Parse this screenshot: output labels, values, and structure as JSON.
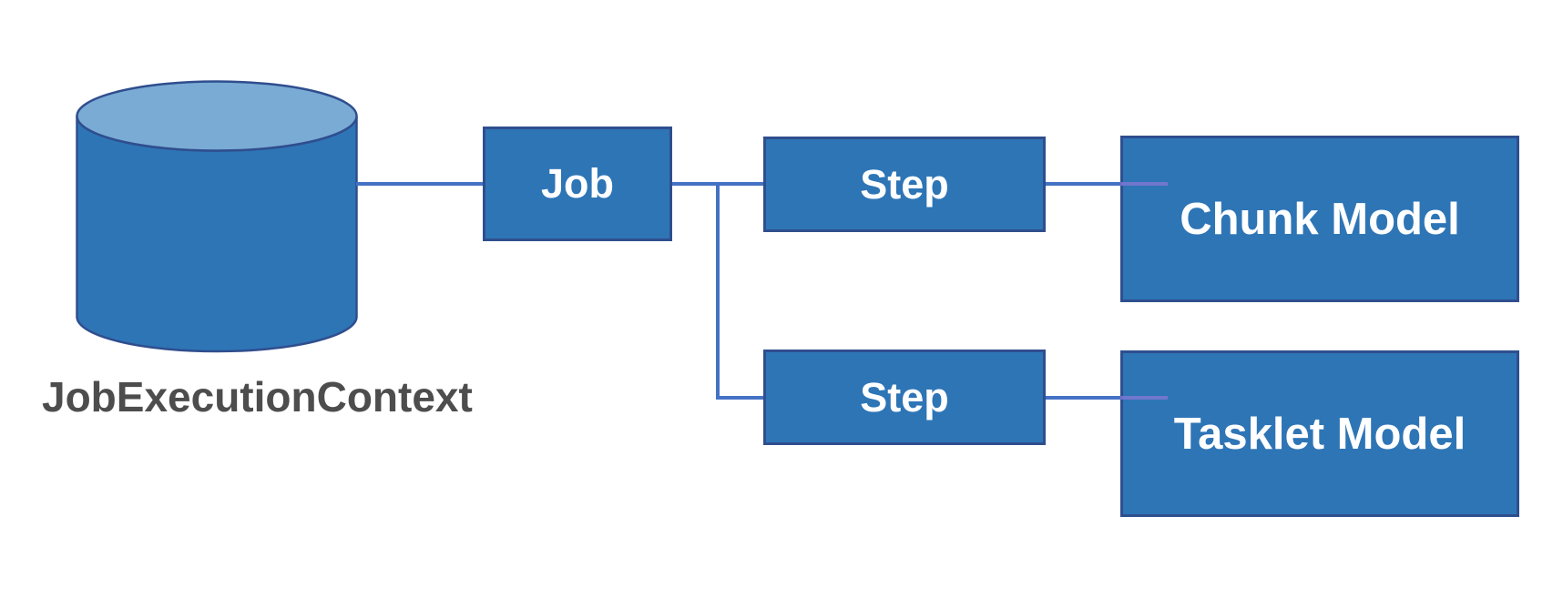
{
  "diagram": {
    "type": "flow",
    "database": {
      "shape": "cylinder",
      "label": "JobExecutionContext"
    },
    "nodes": [
      {
        "id": "job",
        "label": "Job"
      },
      {
        "id": "step1",
        "label": "Step"
      },
      {
        "id": "step2",
        "label": "Step"
      },
      {
        "id": "chunk",
        "label": "Chunk Model"
      },
      {
        "id": "tasklet",
        "label": "Tasklet Model"
      }
    ],
    "edges": [
      {
        "from": "jobexecutioncontext-database",
        "to": "job"
      },
      {
        "from": "job",
        "to": "step1"
      },
      {
        "from": "job",
        "to": "step2"
      },
      {
        "from": "step1",
        "to": "chunk"
      },
      {
        "from": "step2",
        "to": "tasklet"
      }
    ]
  },
  "colors": {
    "node_fill": "#2E75B6",
    "node_border": "#2F4E8E",
    "cylinder_top": "#7AABD4",
    "connector": "#4472C4",
    "connector_overlap": "#7D78D2",
    "node_text": "#FFFFFF",
    "label_text": "#4D4D4D",
    "canvas_bg": "#FFFFFF"
  }
}
